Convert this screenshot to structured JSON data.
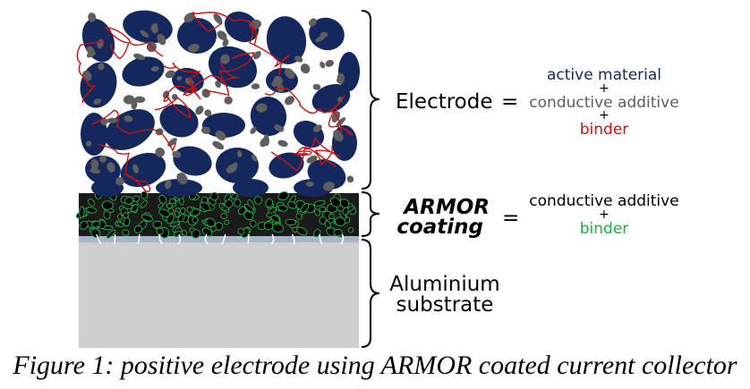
{
  "labels": {
    "electrode": "Electrode",
    "equals": "=",
    "active_material": "active material",
    "plus": "+",
    "conductive_additive": "conductive additive",
    "binder": "binder",
    "armor_line1": "ARMOR",
    "armor_line2": "coating",
    "aluminium_line1": "Aluminium",
    "aluminium_line2": "substrate"
  },
  "caption": "Figure 1: positive electrode using ARMOR coated current collector",
  "colors": {
    "active_material": "#14285e",
    "conductive_additive": "#5e5e5e",
    "binder_electrode": "#cc1111",
    "binder_armor": "#22aa44",
    "armor_particles": "#000000",
    "substrate": "#cfcfcf",
    "interface": "#a8b4c8"
  }
}
